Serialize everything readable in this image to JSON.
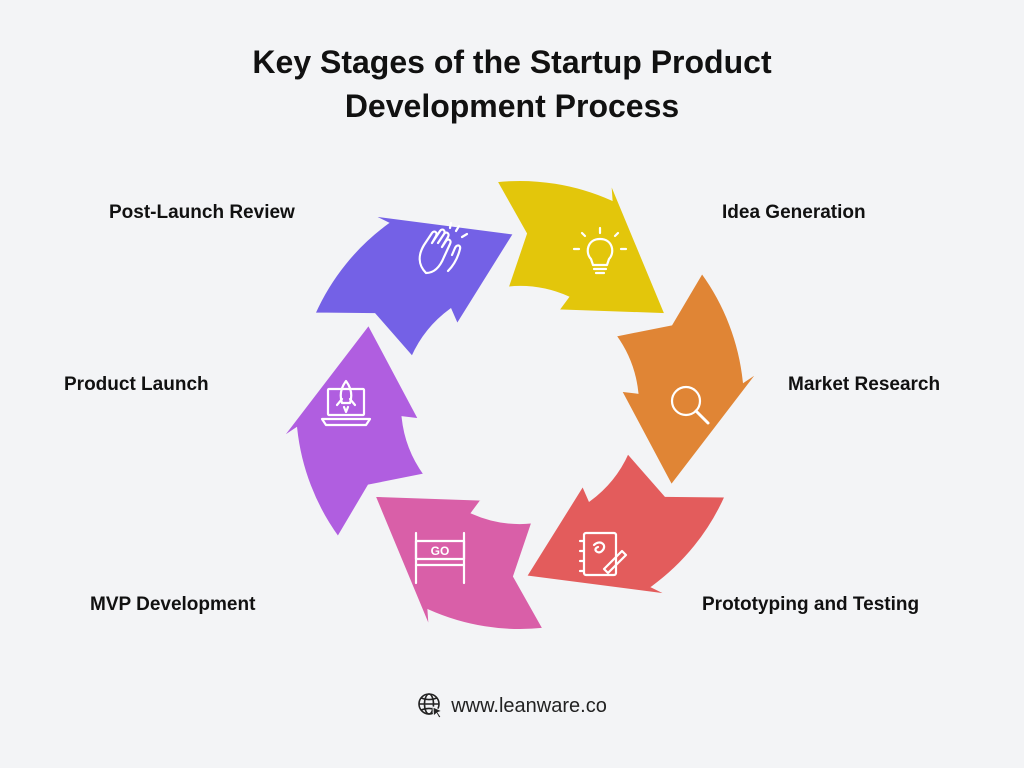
{
  "title": {
    "line1": "Key Stages of the Startup Product",
    "line2": "Development Process"
  },
  "stages": [
    {
      "label": "Idea Generation",
      "color": "#e3c60b",
      "icon": "lightbulb-icon"
    },
    {
      "label": "Market Research",
      "color": "#e08535",
      "icon": "magnifier-icon"
    },
    {
      "label": "Prototyping and Testing",
      "color": "#e35c5c",
      "icon": "sketchbook-icon"
    },
    {
      "label": "MVP Development",
      "color": "#d95fa8",
      "icon": "go-sign-icon"
    },
    {
      "label": "Product Launch",
      "color": "#b05ee0",
      "icon": "rocket-laptop-icon"
    },
    {
      "label": "Post-Launch Review",
      "color": "#7461e6",
      "icon": "clapping-hands-icon"
    }
  ],
  "footer": {
    "url": "www.leanware.co",
    "icon": "globe-cursor-icon"
  }
}
